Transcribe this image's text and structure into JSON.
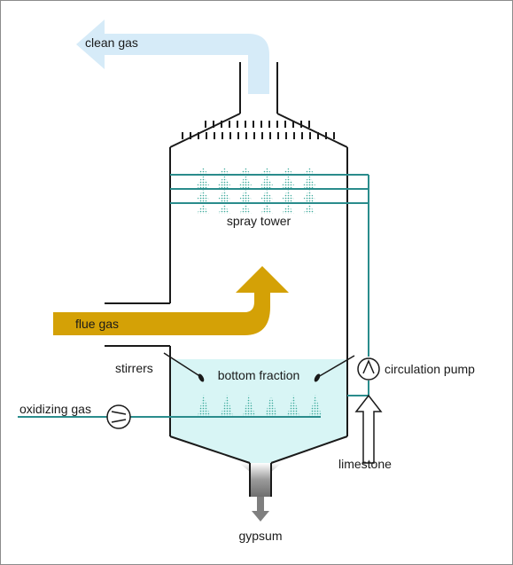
{
  "labels": {
    "clean_gas": "clean gas",
    "spray_tower": "spray tower",
    "flue_gas": "flue gas",
    "stirrers": "stirrers",
    "bottom_fraction": "bottom fraction",
    "circulation_pump": "circulation pump",
    "oxidizing_gas": "oxidizing gas",
    "limestone": "limestone",
    "gypsum": "gypsum"
  },
  "colors": {
    "outline": "#1a1a1a",
    "clean_gas_arrow": "#d6ebf8",
    "flue_gas_arrow": "#d4a106",
    "liquid": "#d8f5f5",
    "piping": "#2a8c8c",
    "spray": "#3aa89a",
    "gypsum_outlet": "#7f7f7f",
    "frame": "#8c8c8c"
  },
  "icons": {
    "pump": "pump-icon",
    "compressor": "compressor-icon",
    "spray_nozzle": "spray-nozzle-icon",
    "stirrer": "stirrer-icon"
  }
}
